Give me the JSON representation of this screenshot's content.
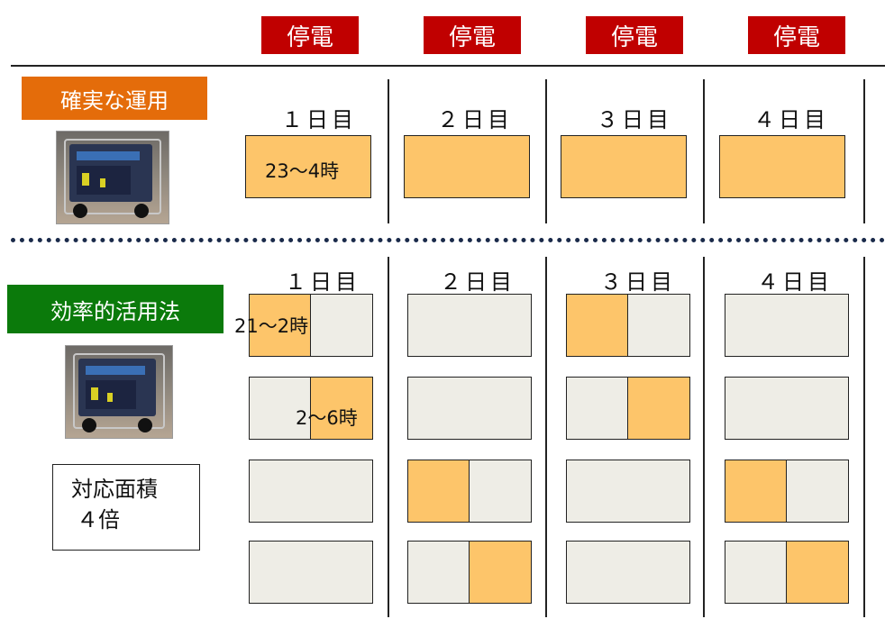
{
  "header": {
    "outage_labels": [
      "停電",
      "停電",
      "停電",
      "停電"
    ]
  },
  "sections": {
    "reliable": {
      "title": "確実な運用",
      "days": [
        "１日目",
        "２日目",
        "３日目",
        "４日目"
      ],
      "run_time": "23～4時"
    },
    "efficient": {
      "title": "効率的活用法",
      "days": [
        "１日目",
        "２日目",
        "３日目",
        "４日目"
      ],
      "run_time_1": "21～2時",
      "run_time_2": "2～6時",
      "note_line1": "対応面積",
      "note_line2": "４倍"
    }
  },
  "colors": {
    "outage_red": "#c00000",
    "reliable_orange": "#e46c0a",
    "efficient_green": "#0b7a0b",
    "active_slot": "#fdc56a",
    "inactive_slot": "#eeede6"
  },
  "images": {
    "generator_photo": "generator-photo"
  }
}
